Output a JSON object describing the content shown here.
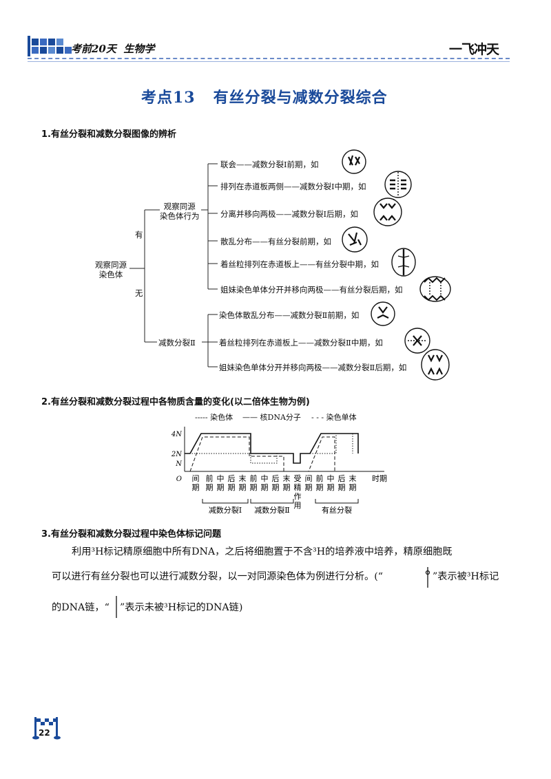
{
  "header": {
    "book_title": "考前20天  生物学",
    "brand": "一飞冲天"
  },
  "topic_title": "考点13   有丝分裂与减数分裂综合",
  "section1": {
    "heading": "1.有丝分裂和减数分裂图像的辨析",
    "root": "观察同源\n染色体",
    "branch_have": "有",
    "branch_none": "无",
    "mid_have": "观察同源\n染色体行为",
    "mid_none": "减数分裂Ⅱ",
    "items_have": [
      "联会——减数分裂Ⅰ前期，如",
      "排列在赤道板两侧——减数分裂Ⅰ中期，如",
      "分离并移向两极——减数分裂Ⅰ后期，如",
      "散乱分布——有丝分裂前期，如",
      "着丝粒排列在赤道板上——有丝分裂中期，如",
      "姐妹染色单体分开并移向两极——有丝分裂后期，如"
    ],
    "items_none": [
      "染色体散乱分布——减数分裂Ⅱ前期，如",
      "着丝粒排列在赤道板上——减数分裂Ⅱ中期，如",
      "姐妹染色单体分开并移向两极——减数分裂Ⅱ后期，如"
    ]
  },
  "section2": {
    "heading": "2.有丝分裂和减数分裂过程中各物质含量的变化(以二倍体生物为例)",
    "legend": [
      "----- 染色体",
      "—— 核DNA分子",
      "- - - 染色单体"
    ],
    "chart_data": {
      "type": "line",
      "y_ticks": [
        "4N",
        "2N",
        "N",
        "O"
      ],
      "x_end_label": "时期",
      "x_stages": [
        "间期",
        "前期",
        "中期",
        "后期",
        "末期",
        "前期",
        "中期",
        "后期",
        "末期",
        "受精作用",
        "间期",
        "前期",
        "中期",
        "后期",
        "末期"
      ],
      "groups": [
        "减数分裂Ⅰ",
        "减数分裂Ⅱ",
        "有丝分裂"
      ],
      "series": [
        {
          "name": "染色体",
          "values": [
            "2N",
            "2N",
            "2N",
            "2N",
            "2N",
            "N",
            "N",
            "2N",
            "N",
            "2N",
            "2N",
            "2N",
            "2N",
            "4N",
            "2N"
          ]
        },
        {
          "name": "核DNA分子",
          "values": [
            "2N→4N",
            "4N",
            "4N",
            "4N",
            "2N",
            "2N",
            "2N",
            "2N",
            "N",
            "2N",
            "2N→4N",
            "4N",
            "4N",
            "4N",
            "2N"
          ]
        },
        {
          "name": "染色单体",
          "values": [
            "0→4N",
            "4N",
            "4N",
            "4N",
            "2N",
            "2N",
            "2N",
            "0",
            "0",
            "0",
            "0→4N",
            "4N",
            "4N",
            "0",
            "0"
          ]
        }
      ]
    }
  },
  "section3": {
    "heading": "3.有丝分裂和减数分裂过程中染色体标记问题",
    "line1": "利用³H标记精原细胞中所有DNA，之后将细胞置于不含³H的培养液中培养，精原细胞既",
    "line2a": "可以进行有丝分裂也可以进行减数分裂，以一对同源染色体为例进行分析。(“",
    "line2b": "”表示被³H标记",
    "line3a": "的DNA链，“",
    "line3b": "”表示未被³H标记的DNA链)"
  },
  "footer": {
    "page_number": "22"
  }
}
